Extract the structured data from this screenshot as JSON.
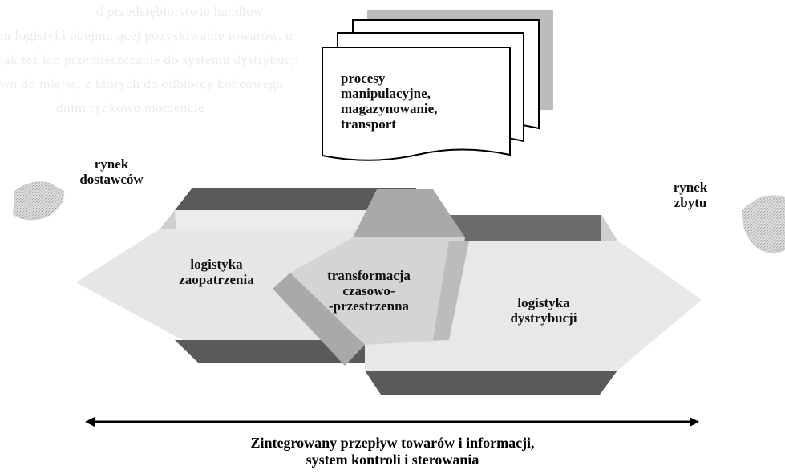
{
  "document_stack": {
    "text": "procesy\nmanipulacyjne,\nmagazynowanie,\ntransport"
  },
  "supplier_market": {
    "label": "rynek\ndostawców"
  },
  "sales_market": {
    "label": "rynek\nzbytu"
  },
  "supply_logistics": {
    "label": "logistyka\nzaopatrzenia"
  },
  "transformation": {
    "label": "transformacja\nczasowo-\n-przestrzenna"
  },
  "distribution_logistics": {
    "label": "logistyka\ndystrybucji"
  },
  "flow_arrow": {
    "caption": "Zintegrowany przepływ towarów i informacji,\nsystem kontroli i sterowania"
  },
  "bleed_through": {
    "lines": [
      "d przedsiębiorstwie handlow",
      "m logistyki obejmującej pozyskiwanie towarów, u",
      "jak też ich przemieszczanie do systemu dystrybucji",
      "wn do miejsc, z których do odbiorcy końcowego",
      "dnim rynkowo momencie"
    ]
  },
  "colors": {
    "band_dark": "#5a5a5a",
    "band_mid": "#a9a9a9",
    "band_light": "#cfcfcf",
    "band_pale": "#ececec",
    "sheet_shadow": "#bdbdbd"
  }
}
